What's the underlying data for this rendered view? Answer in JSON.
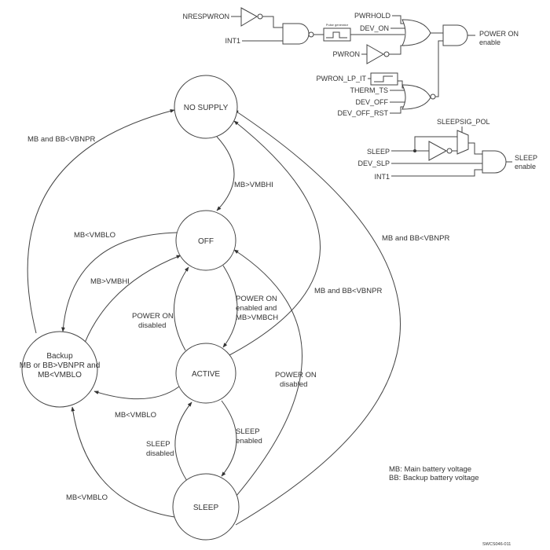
{
  "states": {
    "no_supply": "NO SUPPLY",
    "off": "OFF",
    "active": "ACTIVE",
    "sleep": "SLEEP",
    "backup": [
      "Backup",
      "MB or BB>VBNPR and",
      "MB<VMBLO"
    ]
  },
  "transitions": {
    "nosupply_to_off": "MB>VMBHI",
    "backup_to_nosupply": "MB and BB<VBNPR",
    "off_to_backup": "MB<VMBLO",
    "backup_to_off": "MB>VMBHI",
    "active_to_off": [
      "POWER ON",
      "disabled"
    ],
    "off_to_active": [
      "POWER ON",
      "enabled and",
      "MB>VMBCH"
    ],
    "active_to_backup": "MB<VMBLO",
    "sleep_to_active": [
      "SLEEP",
      "disabled"
    ],
    "active_to_sleep": [
      "SLEEP",
      "enabled"
    ],
    "sleep_to_backup": "MB<VMBLO",
    "active_to_nosupply": "MB and BB<VBNPR",
    "sleep_to_nosupply": "MB and BB<VBNPR",
    "sleep_to_off": [
      "POWER ON",
      "disabled"
    ]
  },
  "logic": {
    "nrespwron": "NRESPWRON",
    "int1_a": "INT1",
    "pulse_generator": "Pulse generator",
    "pwrhold": "PWRHOLD",
    "dev_on": "DEV_ON",
    "pwron": "PWRON",
    "power_on_enable": [
      "POWER ON",
      "enable"
    ],
    "pwron_lp_it": "PWRON_LP_IT",
    "therm_ts": "THERM_TS",
    "dev_off": "DEV_OFF",
    "dev_off_rst": "DEV_OFF_RST",
    "sleepsig_pol": "SLEEPSIG_POL",
    "sleep": "SLEEP",
    "dev_slp": "DEV_SLP",
    "int1_b": "INT1",
    "sleep_enable": [
      "SLEEP",
      "enable"
    ]
  },
  "legend": [
    "MB: Main battery voltage",
    "BB: Backup battery voltage"
  ],
  "figure_id": "SWCS046-011"
}
